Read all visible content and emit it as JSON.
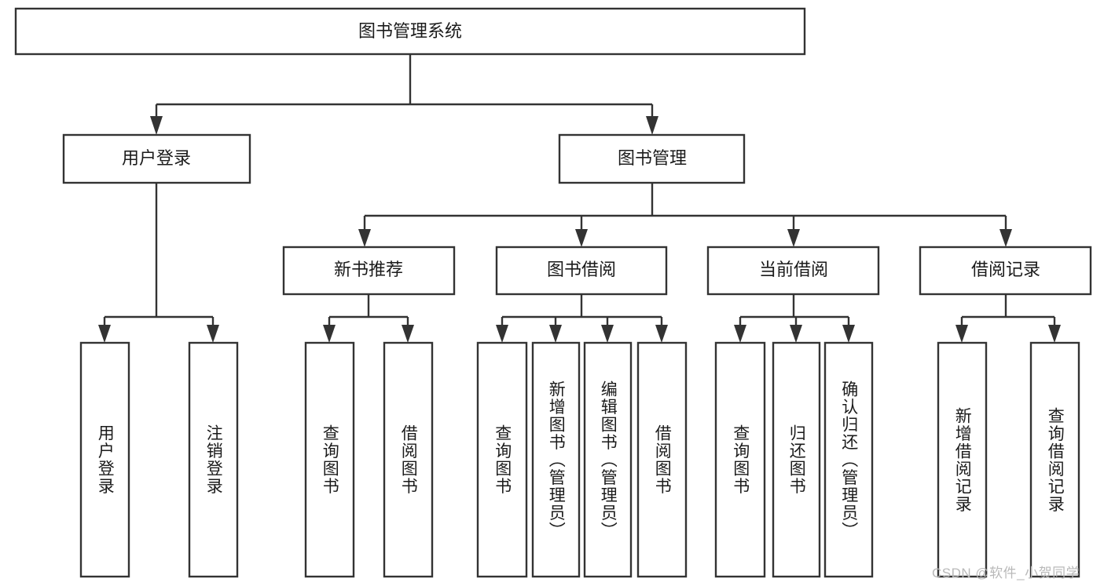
{
  "diagram": {
    "type": "tree-hierarchy-chart",
    "title": "图书管理系统",
    "colors": {
      "box_stroke": "#333333",
      "box_fill": "#ffffff",
      "text": "#1b1b1b",
      "background": "#ffffff",
      "watermark": "#b9b9b9"
    },
    "root": {
      "label": "图书管理系统"
    },
    "level2": [
      {
        "label": "用户登录"
      },
      {
        "label": "图书管理"
      }
    ],
    "level3": [
      {
        "label": "新书推荐"
      },
      {
        "label": "图书借阅"
      },
      {
        "label": "当前借阅"
      },
      {
        "label": "借阅记录"
      }
    ],
    "leaves": {
      "user_login": [
        {
          "label": "用户登录"
        },
        {
          "label": "注销登录"
        }
      ],
      "new_book_recommend": [
        {
          "label": "查询图书"
        },
        {
          "label": "借阅图书"
        }
      ],
      "book_borrow": [
        {
          "label": "查询图书"
        },
        {
          "label": "新增图书（管理员）"
        },
        {
          "label": "编辑图书（管理员）"
        },
        {
          "label": "借阅图书"
        }
      ],
      "current_borrow": [
        {
          "label": "查询图书"
        },
        {
          "label": "归还图书"
        },
        {
          "label": "确认归还（管理员）"
        }
      ],
      "borrow_record": [
        {
          "label": "新增借阅记录"
        },
        {
          "label": "查询借阅记录"
        }
      ]
    },
    "watermark": "CSDN @软件_小贺同学"
  }
}
